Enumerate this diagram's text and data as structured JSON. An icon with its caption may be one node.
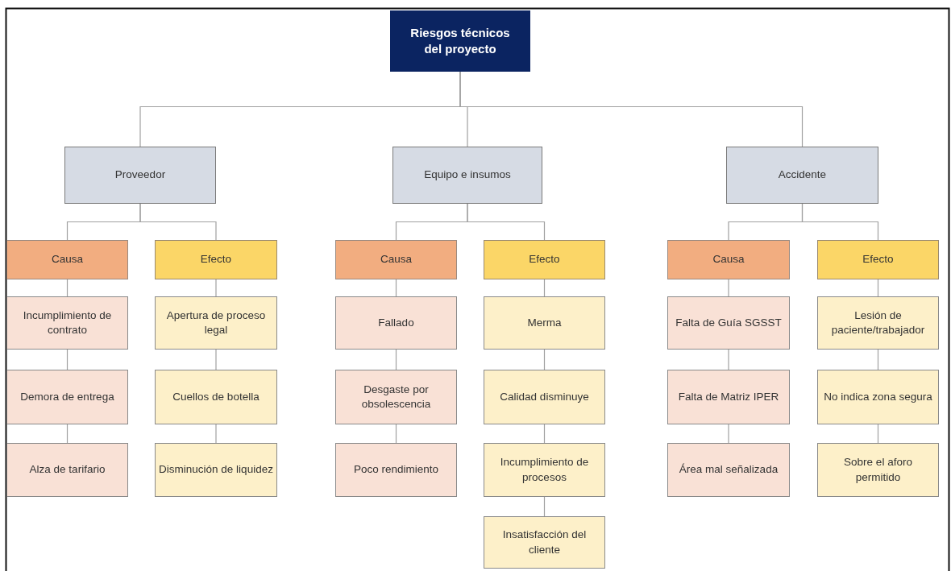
{
  "diagram": {
    "nodes": [
      {
        "text": [
          "Riesgos técnicos del proyecto"
        ]
      },
      {
        "text": [
          "Proveedor"
        ]
      },
      {
        "text": [
          "Equipo e insumos"
        ]
      },
      {
        "text": [
          "Accidente"
        ]
      },
      {
        "text": [
          "Causa"
        ]
      },
      {
        "text": [
          "Efecto"
        ]
      },
      {
        "text": [
          "Causa"
        ]
      },
      {
        "text": [
          "Efecto"
        ]
      },
      {
        "text": [
          "Causa"
        ]
      },
      {
        "text": [
          "Efecto"
        ]
      },
      {
        "text": [
          "Incumplimiento de contrato"
        ]
      },
      {
        "text": [
          "Demora de entrega"
        ]
      },
      {
        "text": [
          "Alza de tarifario"
        ]
      },
      {
        "text": [
          "Apertura de proceso legal"
        ]
      },
      {
        "text": [
          "Cuellos de botella"
        ]
      },
      {
        "text": [
          "Disminución de liquidez"
        ]
      },
      {
        "text": [
          "Fallado"
        ]
      },
      {
        "text": [
          "Desgaste por obsolescencia"
        ]
      },
      {
        "text": [
          "Poco rendimiento"
        ]
      },
      {
        "text": [
          "Merma"
        ]
      },
      {
        "text": [
          "Calidad disminuye"
        ]
      },
      {
        "text": [
          "Incumplimiento de procesos"
        ]
      },
      {
        "text": [
          "Insatisfacción del cliente"
        ]
      },
      {
        "text": [
          "Falta de Guía SGSST"
        ]
      },
      {
        "text": [
          "Falta de Matriz IPER"
        ]
      },
      {
        "text": [
          "Área mal señalizada"
        ]
      },
      {
        "text": [
          "Lesión de paciente/trabajador"
        ]
      },
      {
        "text": [
          "No indica zona segura"
        ]
      },
      {
        "text": [
          "Sobre el aforo permitido"
        ]
      }
    ],
    "edges": [
      {
        "from": 0,
        "to": 1,
        "arrow": "none"
      },
      {
        "from": 0,
        "to": 2,
        "arrow": "none"
      },
      {
        "from": 0,
        "to": 3,
        "arrow": "none"
      },
      {
        "from": 1,
        "to": 4,
        "arrow": "none"
      },
      {
        "from": 1,
        "to": 5,
        "arrow": "none"
      },
      {
        "from": 2,
        "to": 6,
        "arrow": "none"
      },
      {
        "from": 2,
        "to": 7,
        "arrow": "none"
      },
      {
        "from": 3,
        "to": 8,
        "arrow": "none"
      },
      {
        "from": 3,
        "to": 9,
        "arrow": "none"
      },
      {
        "from": 4,
        "to": 10,
        "arrow": "none"
      },
      {
        "from": 10,
        "to": 11,
        "arrow": "none"
      },
      {
        "from": 11,
        "to": 12,
        "arrow": "none"
      },
      {
        "from": 5,
        "to": 13,
        "arrow": "none"
      },
      {
        "from": 13,
        "to": 14,
        "arrow": "none"
      },
      {
        "from": 14,
        "to": 15,
        "arrow": "none"
      },
      {
        "from": 6,
        "to": 16,
        "arrow": "none"
      },
      {
        "from": 16,
        "to": 17,
        "arrow": "none"
      },
      {
        "from": 17,
        "to": 18,
        "arrow": "none"
      },
      {
        "from": 7,
        "to": 19,
        "arrow": "none"
      },
      {
        "from": 19,
        "to": 20,
        "arrow": "none"
      },
      {
        "from": 20,
        "to": 21,
        "arrow": "none"
      },
      {
        "from": 21,
        "to": 22,
        "arrow": "none"
      },
      {
        "from": 8,
        "to": 23,
        "arrow": "none"
      },
      {
        "from": 23,
        "to": 24,
        "arrow": "none"
      },
      {
        "from": 24,
        "to": 25,
        "arrow": "none"
      },
      {
        "from": 9,
        "to": 26,
        "arrow": "none"
      },
      {
        "from": 26,
        "to": 27,
        "arrow": "none"
      },
      {
        "from": 27,
        "to": 28,
        "arrow": "none"
      }
    ]
  }
}
